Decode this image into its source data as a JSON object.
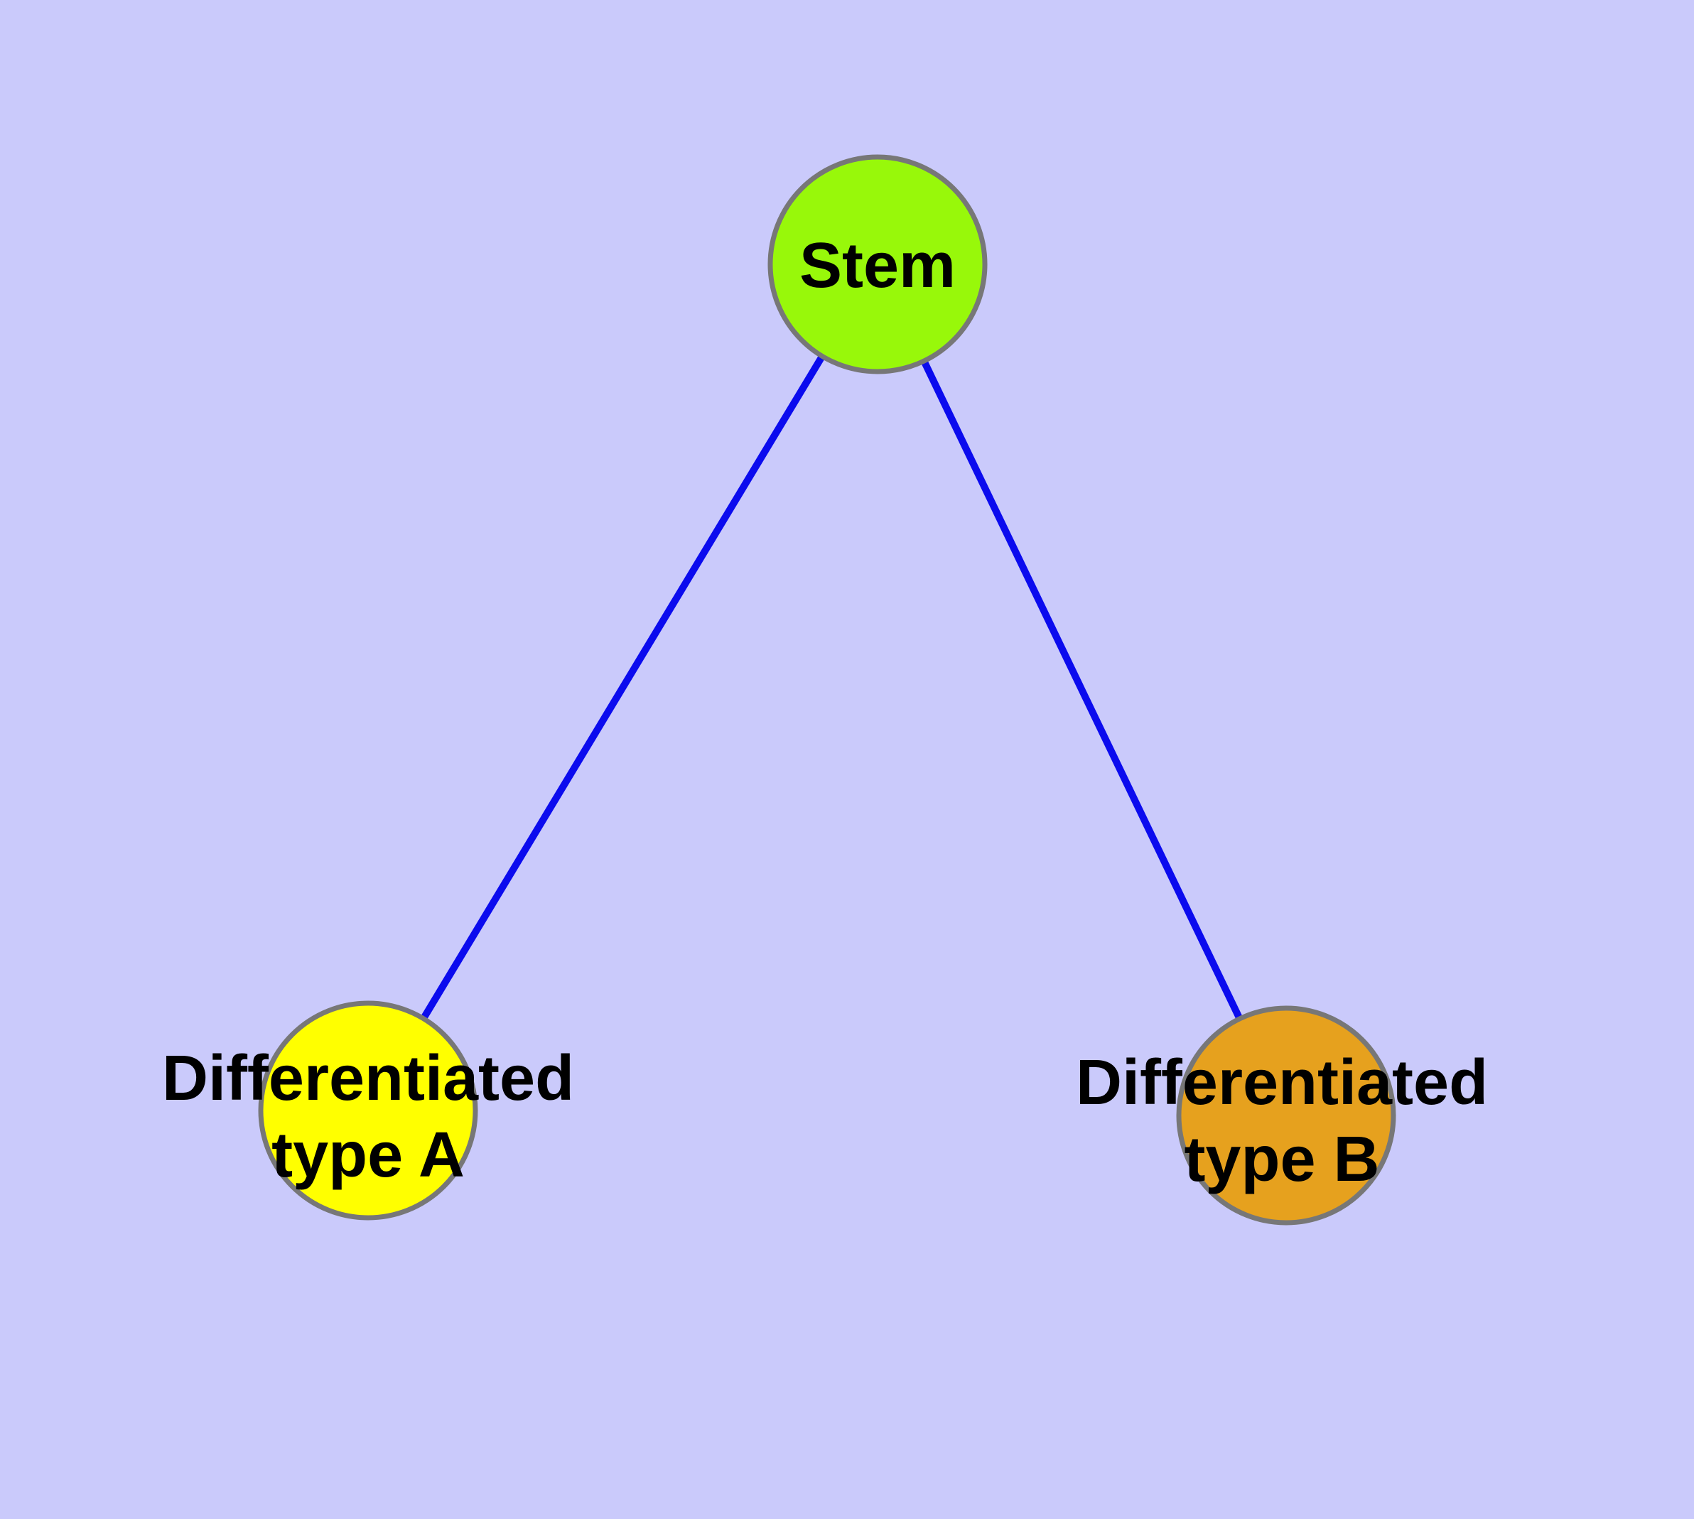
{
  "diagram": {
    "type": "node-link-graph",
    "background_color": "#CACAFB",
    "edge_color": "#0B0BEE",
    "node_border_color": "#777777",
    "label_color": "#000000",
    "nodes": [
      {
        "id": "stem",
        "label": "Stem",
        "fill": "#98F80A"
      },
      {
        "id": "type_a",
        "label": "Differentiated\ntype A",
        "fill": "#FFFF00"
      },
      {
        "id": "type_b",
        "label": "Differentiated\ntype B",
        "fill": "#E6A11E"
      }
    ],
    "edges": [
      {
        "from": "Stem",
        "to": "Differentiated type A"
      },
      {
        "from": "Stem",
        "to": "Differentiated type B"
      }
    ]
  }
}
